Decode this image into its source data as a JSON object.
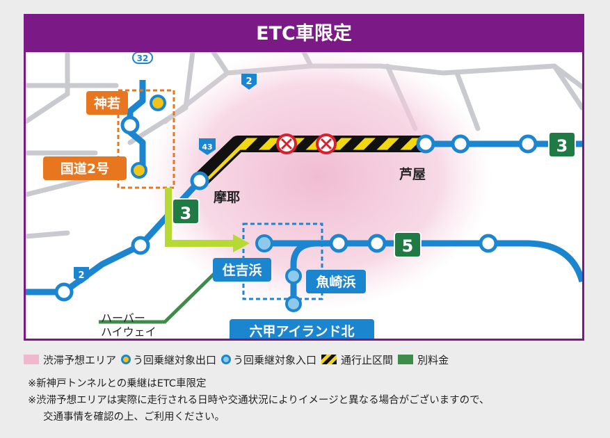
{
  "title": "ETC車限定",
  "map": {
    "stations": {
      "kanwaka": "神若",
      "kokudo2": "国道2号",
      "maya": "摩耶",
      "ashiya": "芦屋",
      "sumiyoshihama": "住吉浜",
      "uozakihama": "魚崎浜",
      "rokko_north": "六甲アイランド北"
    },
    "route_numbers": {
      "r32": "32",
      "r2_top": "2",
      "r43": "43",
      "r3_maya": "3",
      "r3_right": "3",
      "r5": "5",
      "r2_left": "2"
    },
    "harbor_label": [
      "ハーバー",
      "ハイウェイ"
    ]
  },
  "legend": {
    "congestion": "渋滞予想エリア",
    "exit": "う回乗継対象出口",
    "entry": "う回乗継対象入口",
    "closed": "通行止区間",
    "toll": "別料金"
  },
  "notes": {
    "note1": "※新神戸トンネルとの乗継はETC車限定",
    "note2_line1": "※渋滞予想エリアは実際に走行される日時や交通状況によりイメージと異なる場合がございますので、",
    "note2_line2": "交通事情を確認の上、ご利用ください。"
  },
  "colors": {
    "header": "#7b1a87",
    "route_line": "#1b86cf",
    "orange_label": "#e8761e",
    "blue_label": "#1b86cf",
    "detour_arrow": "#b7d934",
    "route_shield": "#1f7a43",
    "harbor_line": "#3e8c4a",
    "congestion": "#f0b8cf"
  }
}
